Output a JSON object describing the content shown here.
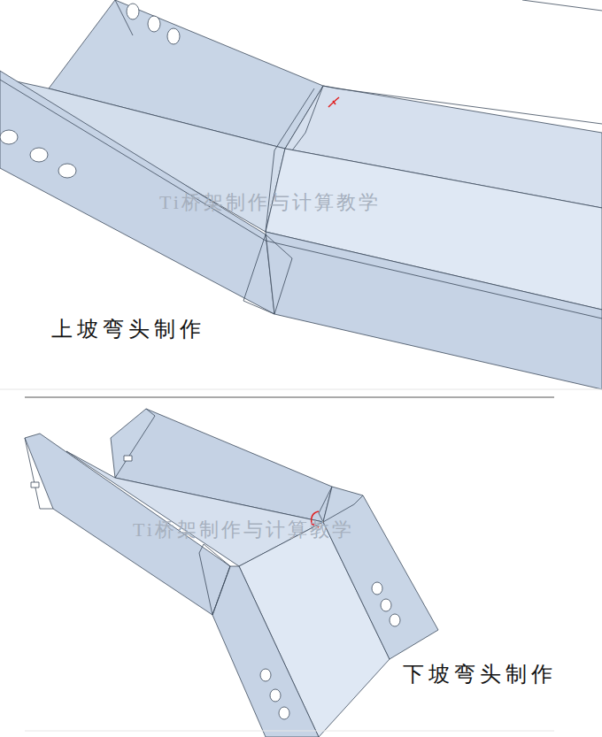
{
  "diagram": {
    "labels": [
      "Ti桥架制作与计算教学",
      "上坡弯头制作",
      "Ti桥架制作与计算教学",
      "下坡弯头制作"
    ]
  }
}
